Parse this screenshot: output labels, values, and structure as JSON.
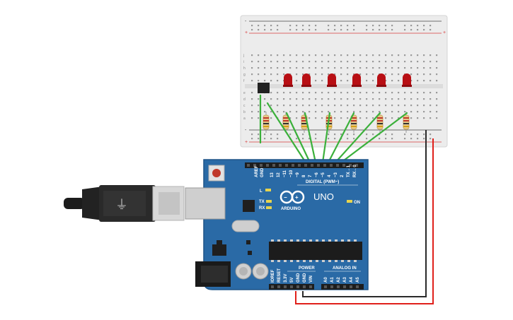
{
  "board": {
    "brand": "ARDUINO",
    "model": "UNO",
    "digital_header": "DIGITAL (PWM~)",
    "analog_header": "ANALOG IN",
    "power_header": "POWER",
    "on_label": "ON",
    "l_label": "L",
    "tx_label": "TX",
    "rx_label": "RX",
    "aref_label": "AREF",
    "gnd_label": "GND",
    "digital_pins": [
      "13",
      "12",
      "~11",
      "~10",
      "~9",
      "8",
      "7",
      "~6",
      "~5",
      "4",
      "~3",
      "2",
      "TX→1",
      "RX←0"
    ],
    "analog_pins": [
      "A0",
      "A1",
      "A2",
      "A3",
      "A4",
      "A5"
    ],
    "power_pins": [
      "IOREF",
      "RESET",
      "3.3V",
      "5V",
      "GND",
      "GND",
      "VIN"
    ]
  },
  "breadboard": {
    "row_letters_top": [
      "j",
      "i",
      "h",
      "g",
      "f"
    ],
    "row_letters_bottom": [
      "e",
      "d",
      "c",
      "b",
      "a"
    ],
    "plus": "+",
    "minus": "-",
    "led_count": 6,
    "led_color": "#b80f14"
  },
  "colors": {
    "board": "#2a6aa6",
    "board_edge": "#1f5487",
    "wire_green": "#3bb03b",
    "wire_red": "#e0201b",
    "wire_black": "#2a2a2a",
    "breadboard": "#ececec",
    "rail_red": "#d63b3b",
    "rail_black": "#444444"
  }
}
